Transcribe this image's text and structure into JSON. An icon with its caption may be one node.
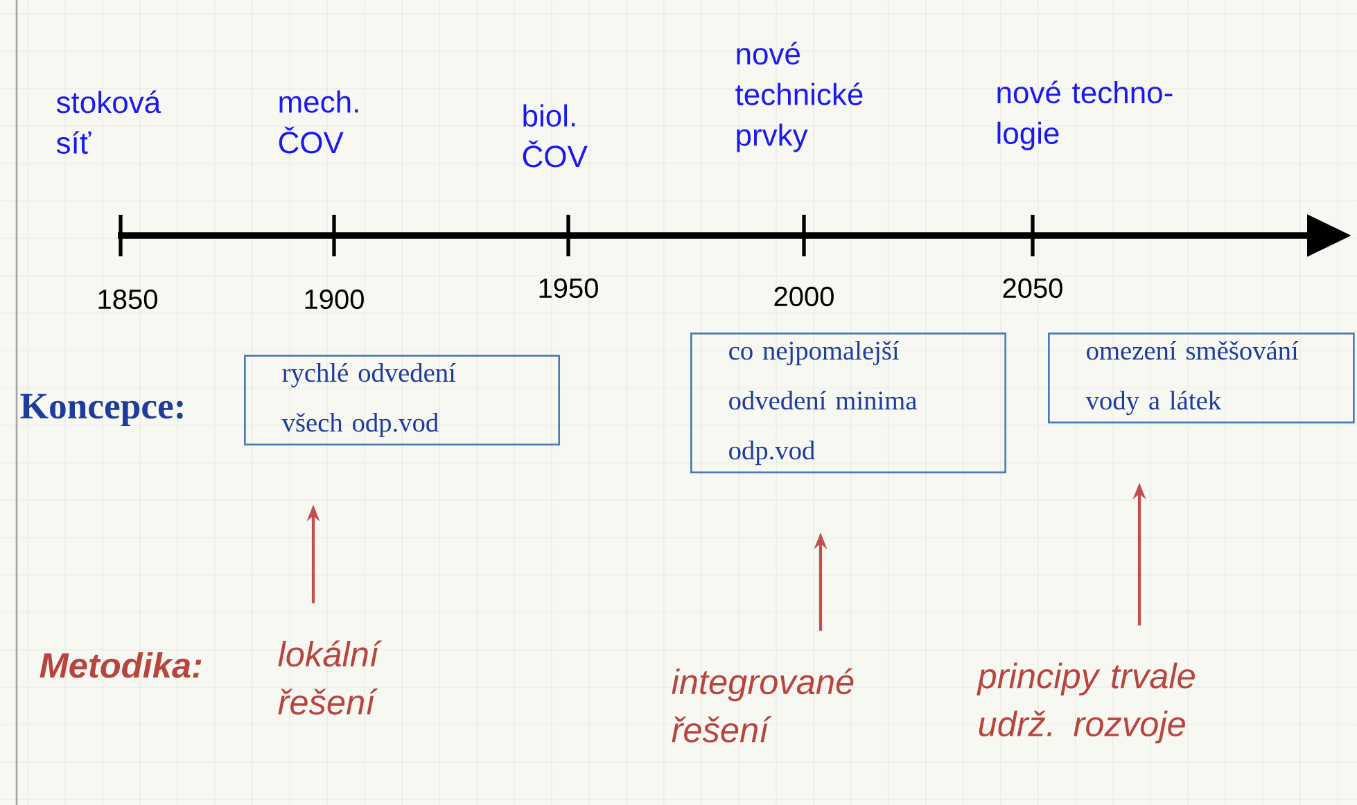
{
  "diagram": {
    "nodes": [
      {
        "text": [
          "rychlé odvedení všech odp.vod"
        ]
      },
      {
        "text": [
          "co nejpomalejší odvedení minima odp.vod"
        ]
      },
      {
        "text": [
          "omezení směšování vody a látek"
        ]
      },
      {
        "text": [
          "lokální řešení"
        ]
      },
      {
        "text": [
          "integrované řešení"
        ]
      },
      {
        "text": [
          "principy trvale udrž. rozvoje"
        ]
      }
    ],
    "edges": [
      {
        "from": 3,
        "to": 0,
        "arrow": "to",
        "color": "#c0504d"
      },
      {
        "from": 4,
        "to": 1,
        "arrow": "to",
        "color": "#c0504d"
      },
      {
        "from": 5,
        "to": 2,
        "arrow": "to",
        "color": "#c0504d"
      }
    ],
    "labels": [
      "nové technické prvky",
      "stoková síť",
      "mech. ČOV",
      "biol. ČOV",
      "nové techno-logie",
      "1850",
      "1900",
      "1950",
      "2000",
      "2050",
      "Koncepce:",
      "Metodika:"
    ]
  }
}
